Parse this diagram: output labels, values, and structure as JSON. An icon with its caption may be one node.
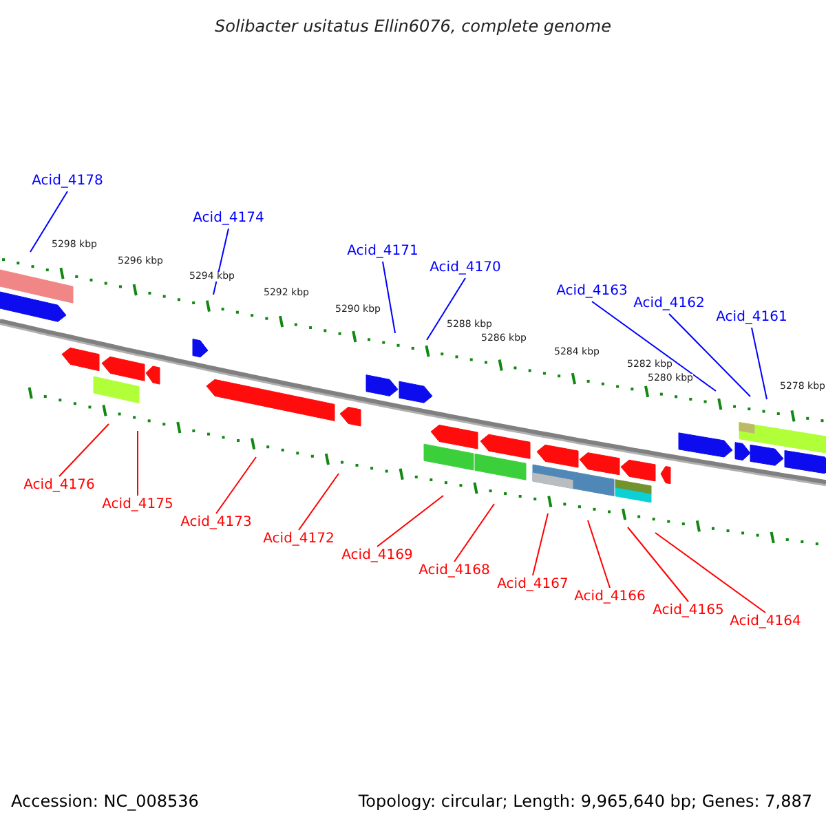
{
  "diagram": {
    "title": "Solibacter usitatus Ellin6076, complete genome",
    "nodes": [
      {
        "text": [
          "Acid_4178"
        ]
      },
      {
        "text": [
          "Acid_4174"
        ]
      },
      {
        "text": [
          "Acid_4171"
        ]
      },
      {
        "text": [
          "Acid_4170"
        ]
      },
      {
        "text": [
          "Acid_4163"
        ]
      },
      {
        "text": [
          "Acid_4162"
        ]
      },
      {
        "text": [
          "Acid_4161"
        ]
      },
      {
        "text": [
          "Acid_4176"
        ]
      },
      {
        "text": [
          "Acid_4175"
        ]
      },
      {
        "text": [
          "Acid_4173"
        ]
      },
      {
        "text": [
          "Acid_4172"
        ]
      },
      {
        "text": [
          "Acid_4169"
        ]
      },
      {
        "text": [
          "Acid_4168"
        ]
      },
      {
        "text": [
          "Acid_4167"
        ]
      },
      {
        "text": [
          "Acid_4166"
        ]
      },
      {
        "text": [
          "Acid_4165"
        ]
      },
      {
        "text": [
          "Acid_4164"
        ]
      }
    ],
    "edges": [
      {
        "from": 0,
        "to": null,
        "arrow": "none",
        "color": "#0000ff"
      },
      {
        "from": 1,
        "to": null,
        "arrow": "none",
        "color": "#0000ff"
      },
      {
        "from": 2,
        "to": null,
        "arrow": "none",
        "color": "#0000ff"
      },
      {
        "from": 3,
        "to": null,
        "arrow": "none",
        "color": "#0000ff"
      },
      {
        "from": 4,
        "to": null,
        "arrow": "none",
        "color": "#0000ff"
      },
      {
        "from": 5,
        "to": null,
        "arrow": "none",
        "color": "#0000ff"
      },
      {
        "from": 6,
        "to": null,
        "arrow": "none",
        "color": "#0000ff"
      },
      {
        "from": 7,
        "to": null,
        "arrow": "none"
      },
      {
        "from": 8,
        "to": null,
        "arrow": "none"
      },
      {
        "from": 9,
        "to": null,
        "arrow": "none"
      },
      {
        "from": 10,
        "to": null,
        "arrow": "none"
      },
      {
        "from": 11,
        "to": null,
        "arrow": "none"
      },
      {
        "from": 12,
        "to": null,
        "arrow": "none"
      },
      {
        "from": 13,
        "to": null,
        "arrow": "none"
      },
      {
        "from": 14,
        "to": null,
        "arrow": "none"
      },
      {
        "from": 15,
        "to": null,
        "arrow": "none"
      },
      {
        "from": 16,
        "to": null,
        "arrow": "none"
      }
    ],
    "labels": [
      "5298 kbp",
      "5296 kbp",
      "5294 kbp",
      "5292 kbp",
      "5290 kbp",
      "5288 kbp",
      "5286 kbp",
      "5284 kbp",
      "5282 kbp",
      "5280 kbp",
      "5278 kbp",
      "Accession: NC_008536",
      "Topology: circular; Length: 9,965,640 bp; Genes: 7,887"
    ]
  }
}
